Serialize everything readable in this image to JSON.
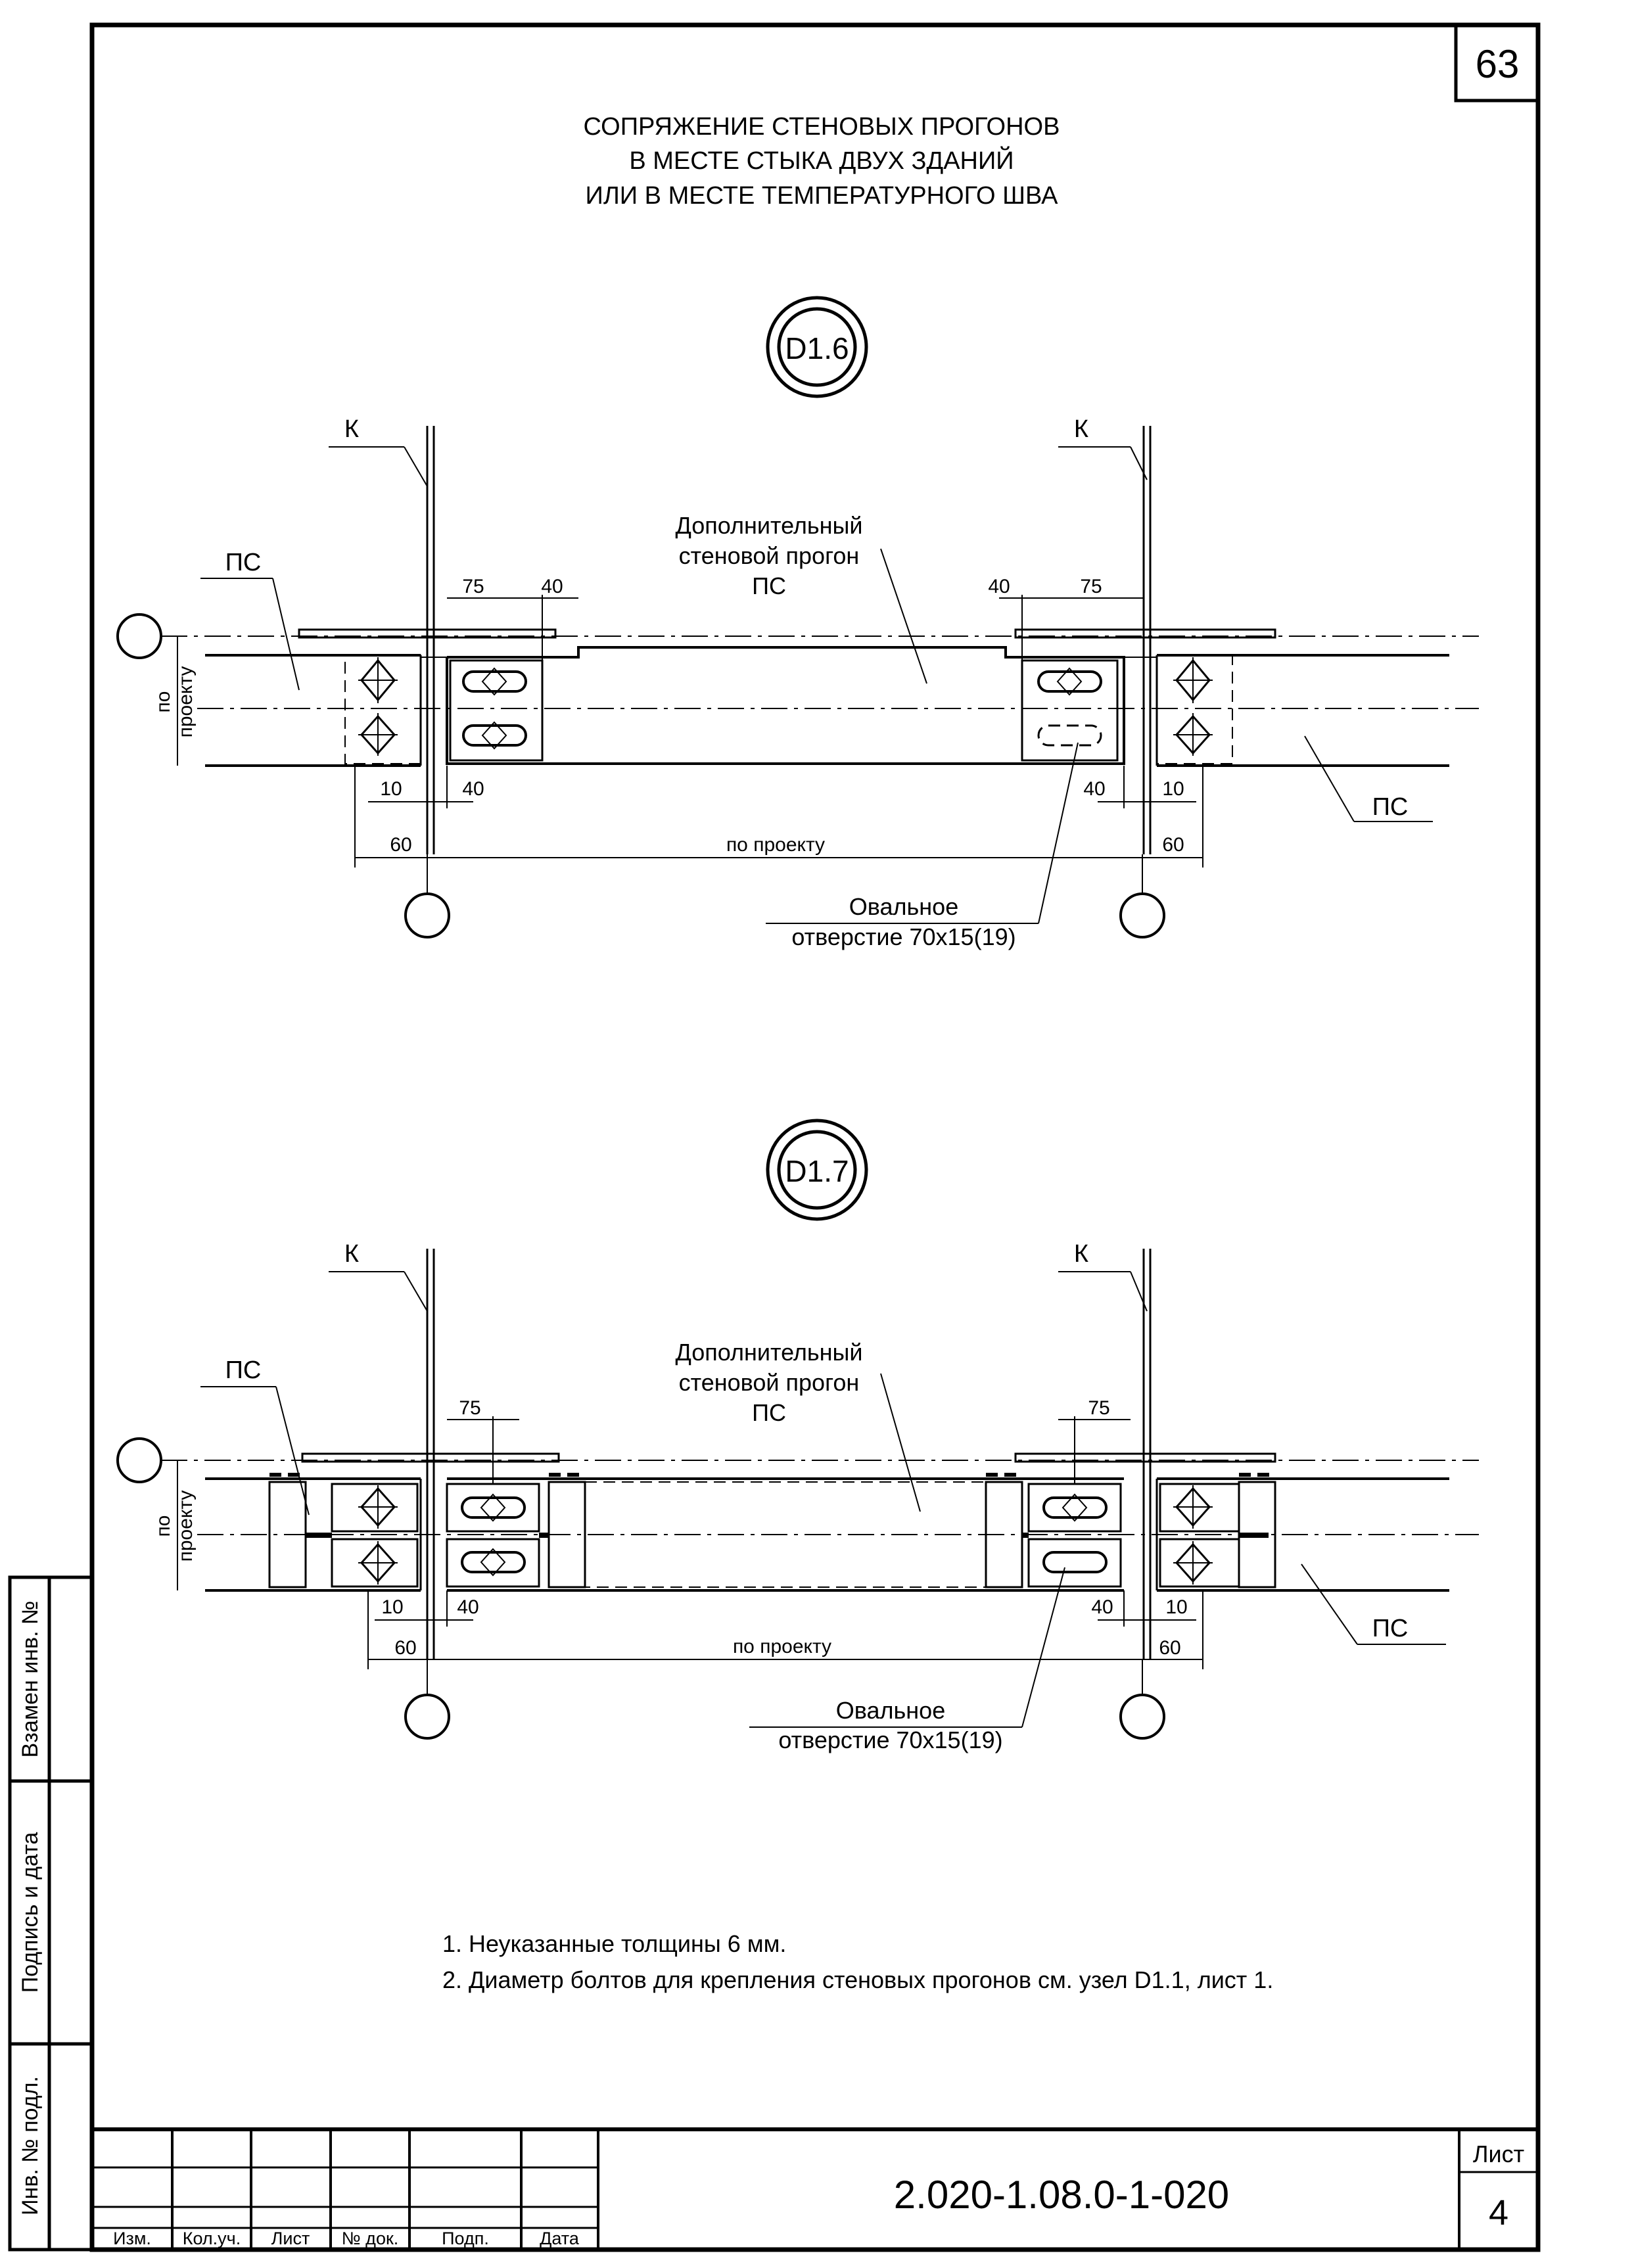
{
  "sheet_badge": "63",
  "title": [
    "СОПРЯЖЕНИЕ СТЕНОВЫХ ПРОГОНОВ",
    "В МЕСТЕ СТЫКА ДВУХ ЗДАНИЙ",
    "ИЛИ В МЕСТЕ ТЕМПЕРАТУРНОГО ШВА"
  ],
  "detail1": {
    "node_id": "D1.6",
    "column_label": "К",
    "purlin_label": "ПС",
    "extra_purlin": [
      "Дополнительный",
      "стеновой прогон",
      "ПС"
    ],
    "dim_75": "75",
    "dim_40": "40",
    "dim_10": "10",
    "dim_60": "60",
    "dim_project": "по проекту",
    "dim_vertical": [
      "по",
      "проекту"
    ],
    "oval_hole": [
      "Овальное",
      "отверстие 70х15(19)"
    ]
  },
  "detail2": {
    "node_id": "D1.7",
    "column_label": "К",
    "purlin_label": "ПС",
    "extra_purlin": [
      "Дополнительный",
      "стеновой прогон",
      "ПС"
    ],
    "dim_75": "75",
    "dim_40": "40",
    "dim_10": "10",
    "dim_60": "60",
    "dim_project": "по проекту",
    "dim_vertical": [
      "по",
      "проекту"
    ],
    "oval_hole": [
      "Овальное",
      "отверстие 70х15(19)"
    ]
  },
  "notes": [
    "1. Неуказанные толщины 6 мм.",
    "2. Диаметр болтов для крепления стеновых прогонов см. узел D1.1, лист 1."
  ],
  "side_stamp": [
    "Взамен инв. №",
    "Подпись и дата",
    "Инв. № подл."
  ],
  "title_block": {
    "headers": [
      "Изм.",
      "Кол.уч.",
      "Лист",
      "№ док.",
      "Подп.",
      "Дата"
    ],
    "doc_code": "2.020-1.08.0-1-020",
    "sheet_label": "Лист",
    "sheet_number": "4"
  }
}
